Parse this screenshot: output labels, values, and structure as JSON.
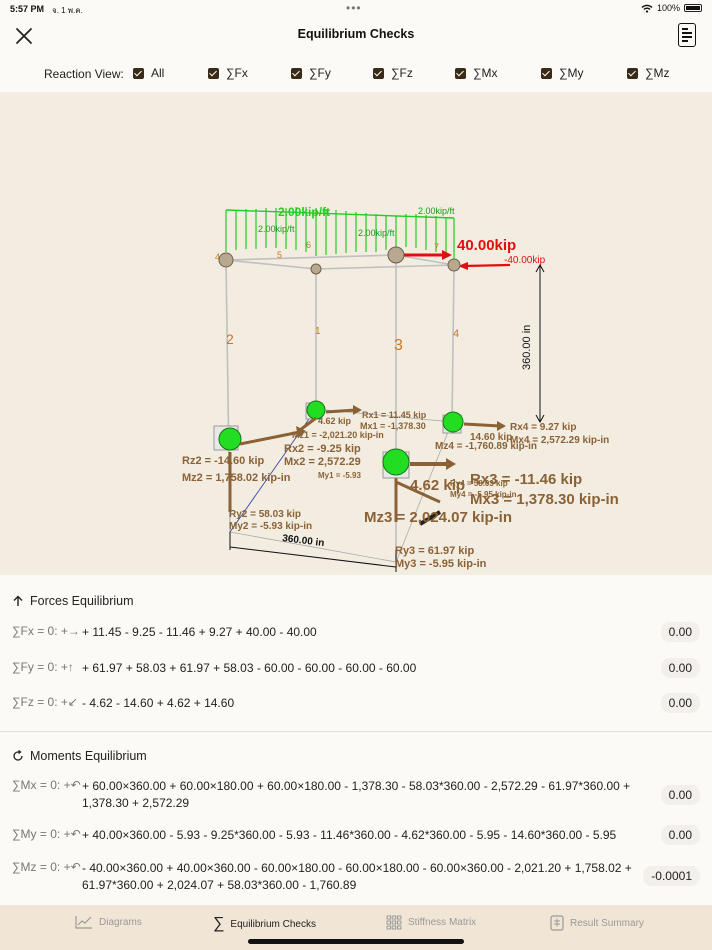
{
  "status": {
    "time": "5:57 PM",
    "date": "จ. 1 พ.ค.",
    "dots": "•••",
    "battery": "100%"
  },
  "header": {
    "title": "Equilibrium Checks"
  },
  "reaction_view": {
    "label": "Reaction View:",
    "options": [
      "All",
      "∑Fx",
      "∑Fy",
      "∑Fz",
      "∑Mx",
      "∑My",
      "∑Mz"
    ]
  },
  "model": {
    "loads": {
      "distributed_main": "2.00kip/ft",
      "distributed_a": "2.00kip/ft",
      "distributed_b": "2.00kip/ft",
      "distributed_c": "2.00kip/ft",
      "point_load": "40.00kip",
      "point_load_neg": "-40.00kip"
    },
    "dimensions": {
      "height": "360.00 in",
      "width": "360.00 in"
    },
    "members": [
      "1",
      "2",
      "3",
      "4"
    ],
    "nodes": [
      "4",
      "5",
      "6",
      "7"
    ],
    "reactions": {
      "rx1": "Rx1 = 11.45 kip",
      "mx1": "Mx1 = -1,378.30",
      "rz1": "4.62 kip",
      "mz1": "Mz1 = -2,021.20 kip-in",
      "my1": "My1 = -5.93",
      "rx2": "Rx2 = -9.25 kip",
      "mx2": "Mx2 = 2,572.29",
      "rz2": "Rz2 = -14.60 kip",
      "mz2": "Mz2 = 1,758.02 kip-in",
      "ry2": "Ry2 = 58.03 kip",
      "my2": "My2 = -5.93 kip-in",
      "rx3": "Rx3 = -11.46 kip",
      "mx3": "Mx3 = 1,378.30 kip-in",
      "rz3": "4.62 kip",
      "mz3": "Mz3 = 2,024.07 kip-in",
      "ry3": "Ry3 = 61.97 kip",
      "my3": "My3 = -5.95 kip-in",
      "rx4": "Rx4 = 9.27 kip",
      "mx4": "Mx4 = 2,572.29 kip-in",
      "rz4": "14.60 kip",
      "mz4": "Mz4 = -1,760.89 kip-in",
      "ry4": "Ry4 = 58.03 kip",
      "my4": "My4 = -5.95 kip-in"
    }
  },
  "forces": {
    "title": "Forces Equilibrium",
    "rows": [
      {
        "label": "∑Fx = 0: +→",
        "expr": "+ 11.45 - 9.25 - 11.46 + 9.27 + 40.00 - 40.00",
        "value": "0.00"
      },
      {
        "label": "∑Fy = 0: +↑",
        "expr": "+ 61.97 + 58.03 + 61.97 + 58.03 - 60.00 - 60.00 - 60.00 - 60.00",
        "value": "0.00"
      },
      {
        "label": "∑Fz = 0: +↙",
        "expr": "- 4.62 - 14.60 + 4.62 + 14.60",
        "value": "0.00"
      }
    ]
  },
  "moments": {
    "title": "Moments Equilibrium",
    "rows": [
      {
        "label": "∑Mx = 0: +↶",
        "expr": "+ 60.00×360.00 + 60.00×180.00 + 60.00×180.00  - 1,378.30 - 58.03*360.00 - 2,572.29 - 61.97*360.00 + 1,378.30 + 2,572.29",
        "value": "0.00"
      },
      {
        "label": "∑My = 0: +↶",
        "expr": "+ 40.00×360.00  - 5.93 - 9.25*360.00 - 5.93 - 11.46*360.00 - 4.62*360.00 - 5.95 - 14.60*360.00 - 5.95",
        "value": "0.00"
      },
      {
        "label": "∑Mz = 0: +↶",
        "expr": "- 40.00×360.00 + 40.00×360.00 - 60.00×180.00 - 60.00×180.00 - 60.00×360.00  - 2,021.20 + 1,758.02 + 61.97*360.00 + 2,024.07 + 58.03*360.00 - 1,760.89",
        "value": "-0.0001"
      }
    ]
  },
  "tabs": [
    {
      "label": "Diagrams",
      "icon": "chart-icon"
    },
    {
      "label": "Equilibrium Checks",
      "icon": "sigma-icon"
    },
    {
      "label": "Stiffness Matrix",
      "icon": "grid-icon"
    },
    {
      "label": "Result Summary",
      "icon": "summary-icon"
    }
  ],
  "colors": {
    "accent": "#3a2a18",
    "tab_bar": "#f1e6d6",
    "load_green": "#22cc22",
    "point_load_red": "#e01010",
    "reaction_brown": "#8a6236"
  }
}
